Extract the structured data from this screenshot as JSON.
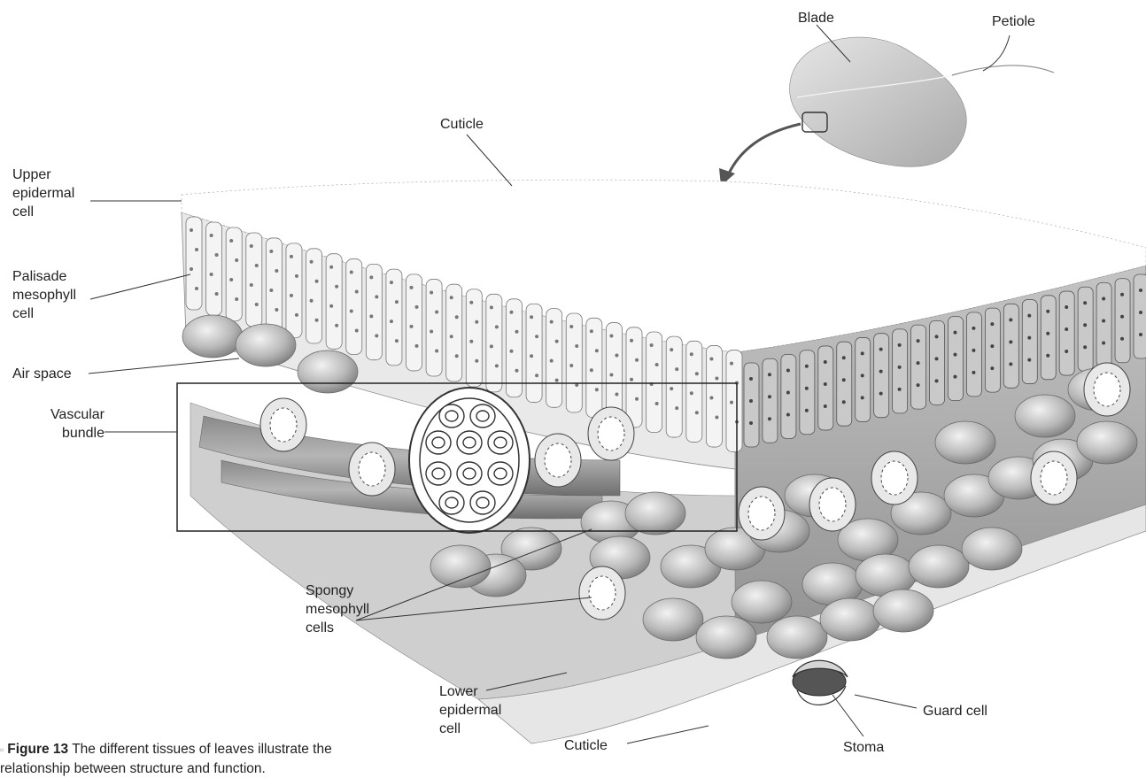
{
  "labels": {
    "blade": "Blade",
    "petiole": "Petiole",
    "cuticle_top": "Cuticle",
    "upper_epidermal": [
      "Upper",
      "epidermal",
      "cell"
    ],
    "palisade": [
      "Palisade",
      "mesophyll",
      "cell"
    ],
    "air_space": "Air space",
    "vascular": [
      "Vascular",
      "bundle"
    ],
    "spongy": [
      "Spongy",
      "mesophyll",
      "cells"
    ],
    "lower_epidermal": [
      "Lower",
      "epidermal",
      "cell"
    ],
    "cuticle_bottom": "Cuticle",
    "stoma": "Stoma",
    "guard_cell": "Guard cell"
  },
  "caption": {
    "figure_label": "Figure 13",
    "text": " The different tissues of leaves illustrate the relationship between structure and function."
  },
  "colors": {
    "cell_fill": "#d9d9d9",
    "cell_shade": "#9a9a9a",
    "outline": "#555555",
    "leaf": "#c8c8c8"
  }
}
